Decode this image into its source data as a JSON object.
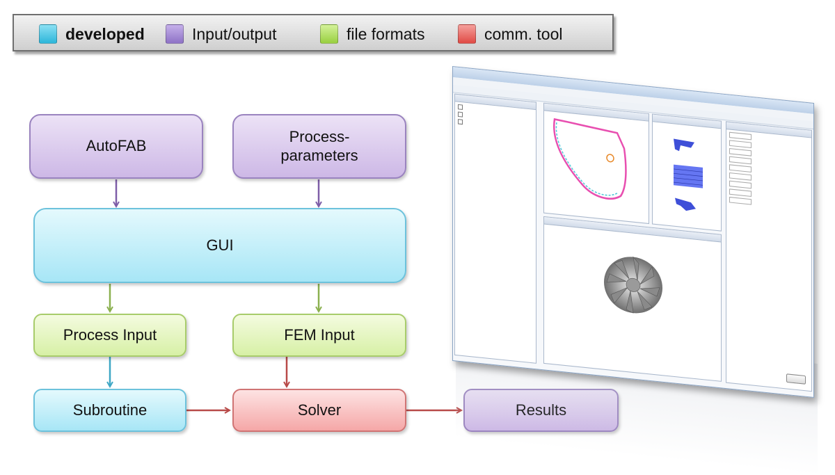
{
  "legend": {
    "items": [
      {
        "label": "developed",
        "color": "#39bfe0",
        "bold": true
      },
      {
        "label": "Input/output",
        "color": "#9b7fcf",
        "bold": false
      },
      {
        "label": "file formats",
        "color": "#a6da4e",
        "bold": false
      },
      {
        "label": "comm. tool",
        "color": "#e8534e",
        "bold": false
      }
    ]
  },
  "nodes": {
    "autofab": "AutoFAB",
    "process_parameters_line1": "Process-",
    "process_parameters_line2": "parameters",
    "gui": "GUI",
    "process_input": "Process Input",
    "fem_input": "FEM Input",
    "subroutine": "Subroutine",
    "solver": "Solver",
    "results": "Results"
  },
  "arrow_colors": {
    "purple": "#7e5ea8",
    "green": "#8bb04f",
    "blue": "#3ea7c5",
    "red": "#b84a48"
  }
}
